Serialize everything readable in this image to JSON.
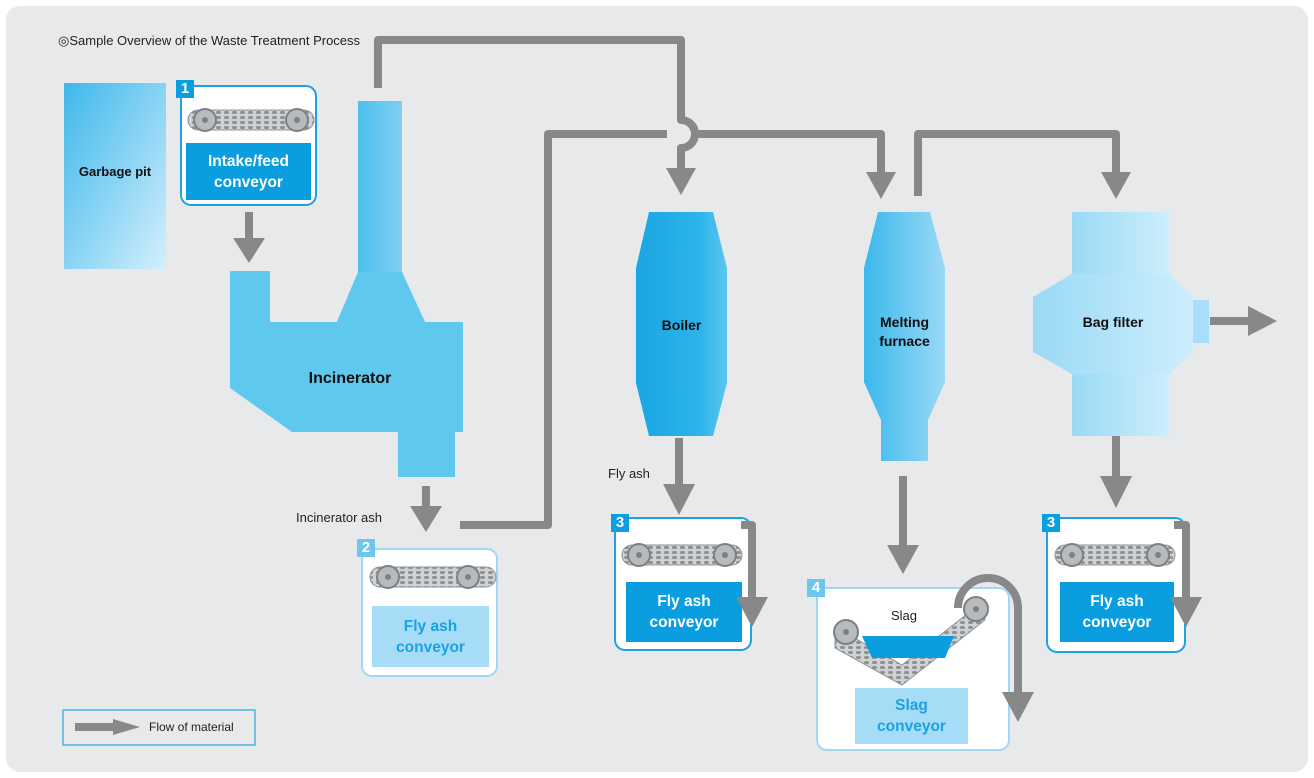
{
  "title": "◎Sample Overview of the Waste Treatment Process",
  "colors": {
    "background": "#e8e9ea",
    "arrow": "#888888",
    "equipment": "#5fc8ee",
    "conveyor_active": "#0a9ee0",
    "conveyor_inactive": "#a6dcf6",
    "number_active": "#0a9ee0",
    "number_inactive": "#6dc6ee"
  },
  "equipment": {
    "garbage_pit": "Garbage pit",
    "incinerator": "Incinerator",
    "boiler": "Boiler",
    "melting_furnace": "Melting\nfurnace",
    "bag_filter": "Bag filter"
  },
  "flow_labels": {
    "incinerator_ash": "Incinerator ash",
    "fly_ash": "Fly ash",
    "slag": "Slag"
  },
  "conveyors": {
    "intake": {
      "number": "1",
      "label": "Intake/feed\nconveyor"
    },
    "incinerator_ash": {
      "number": "2",
      "label": "Fly ash\nconveyor"
    },
    "boiler_fly_ash": {
      "number": "3",
      "label": "Fly ash\nconveyor"
    },
    "slag": {
      "number": "4",
      "label": "Slag\nconveyor"
    },
    "bag_filter_fly_ash": {
      "number": "3",
      "label": "Fly ash\nconveyor"
    }
  },
  "legend": {
    "label": "Flow of material"
  }
}
